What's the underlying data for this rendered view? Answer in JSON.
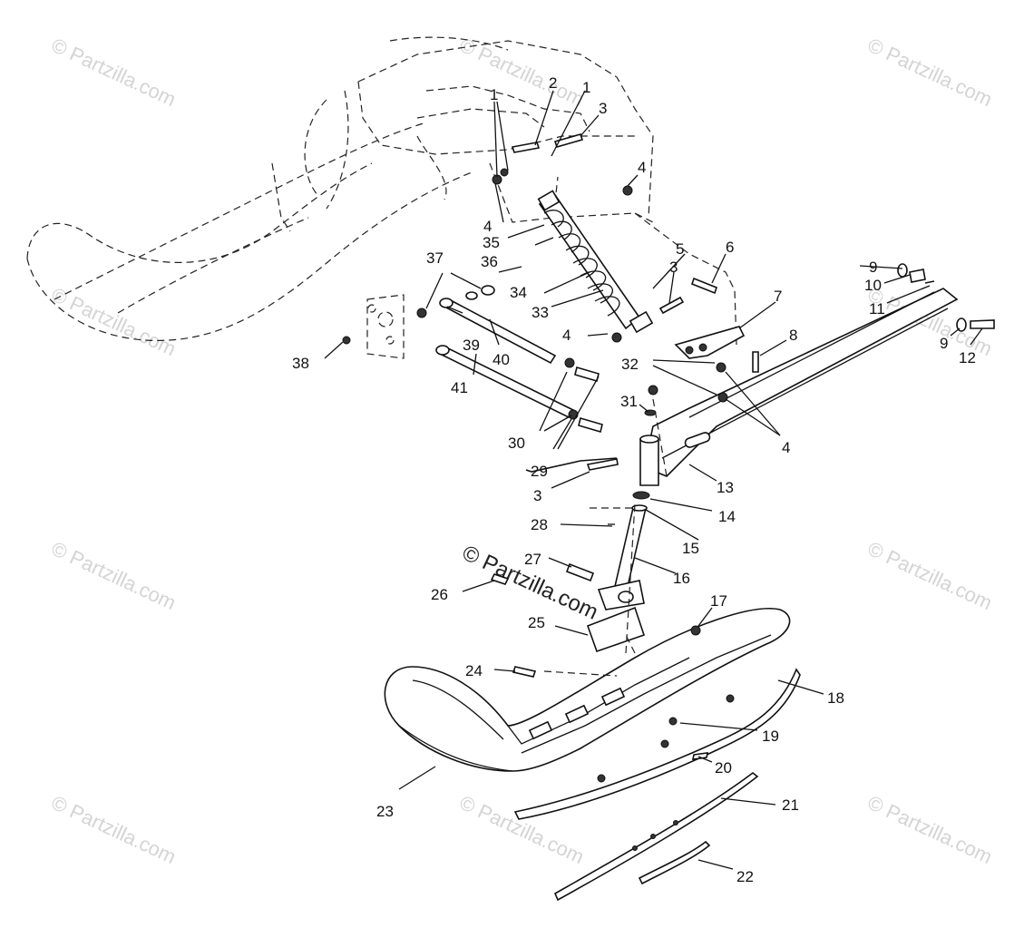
{
  "watermark": {
    "symbol": "©",
    "text": "Partzilla.com",
    "center_text": "© Partzilla.com"
  },
  "callouts": {
    "c1a": "1",
    "c1b": "1",
    "c2": "2",
    "c3a": "3",
    "c3b": "3",
    "c3c": "3",
    "c4a": "4",
    "c4b": "4",
    "c4c": "4",
    "c4d": "4",
    "c5": "5",
    "c6": "6",
    "c7": "7",
    "c8": "8",
    "c9a": "9",
    "c9b": "9",
    "c10": "10",
    "c11": "11",
    "c12": "12",
    "c13": "13",
    "c14": "14",
    "c15": "15",
    "c16": "16",
    "c17": "17",
    "c18": "18",
    "c19": "19",
    "c20": "20",
    "c21": "21",
    "c22": "22",
    "c23": "23",
    "c24": "24",
    "c25": "25",
    "c26": "26",
    "c27": "27",
    "c28": "28",
    "c29": "29",
    "c30": "30",
    "c31": "31",
    "c32": "32",
    "c33": "33",
    "c34": "34",
    "c35": "35",
    "c36": "36",
    "c37": "37",
    "c38": "38",
    "c39": "39",
    "c40": "40",
    "c41": "41"
  }
}
